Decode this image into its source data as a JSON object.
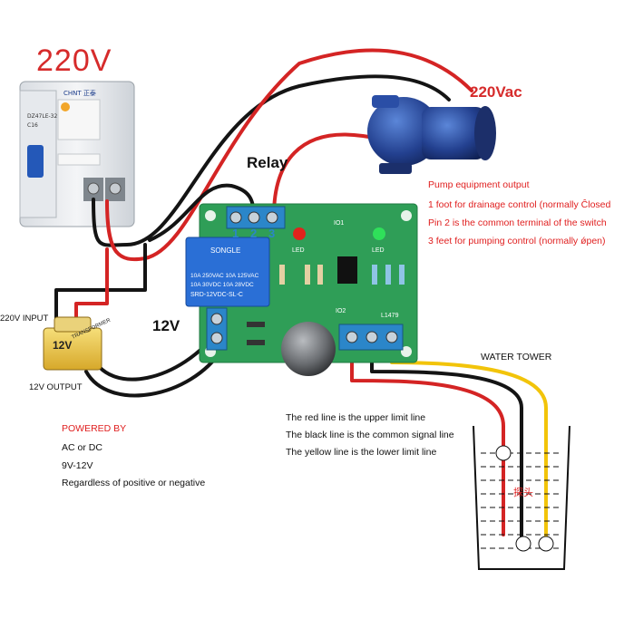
{
  "breaker": {
    "voltage_label": "220V",
    "brand": "CHNT 正泰",
    "model": "DZ47LE-32",
    "rating": "C16"
  },
  "pump": {
    "voltage_label": "220Vac"
  },
  "relay_label": "Relay",
  "board": {
    "relay_brand": "SONGLE",
    "relay_spec_lines": [
      "10A 250VAC 10A 125VAC",
      "10A 30VDC 10A 28VDC",
      "SRD-12VDC-SL-C"
    ],
    "terminal_numbers": [
      "1",
      "2",
      "3"
    ],
    "led_labels": [
      "LED",
      "LED"
    ],
    "chip_label": "IO1",
    "chip2_label": "IO2",
    "pcb_code": "L1479",
    "supply_label": "12V"
  },
  "transformer": {
    "input_label": "220V INPUT",
    "output_label": "12V OUTPUT",
    "body_label": "TRANSFORMER",
    "body_voltage": "12V"
  },
  "pump_output_notes": {
    "title": "Pump equipment output",
    "lines": [
      "1 foot for drainage control (normally Ĉlosed",
      "Pin 2 is the common terminal of the switch",
      "3 feet for pumping control (normally ǿpen)"
    ]
  },
  "water_tower": {
    "label": "WATER TOWER",
    "tank_label": "探头"
  },
  "probe_notes": [
    "The red line is the upper limit line",
    "The black line is the common signal line",
    "The yellow line is the lower limit line"
  ],
  "power_notes": {
    "title": "POWERED BY",
    "lines": [
      "AC or DC",
      "9V-12V",
      "Regardless of positive or negative"
    ]
  },
  "colors": {
    "wire_red": "#d42424",
    "wire_black": "#141414",
    "wire_yellow": "#f2c40a",
    "pcb_green": "#2f9e57",
    "relay_blue": "#2a6fd6",
    "terminal_blue": "#2b86c9",
    "pump_blue": "#23408f"
  }
}
